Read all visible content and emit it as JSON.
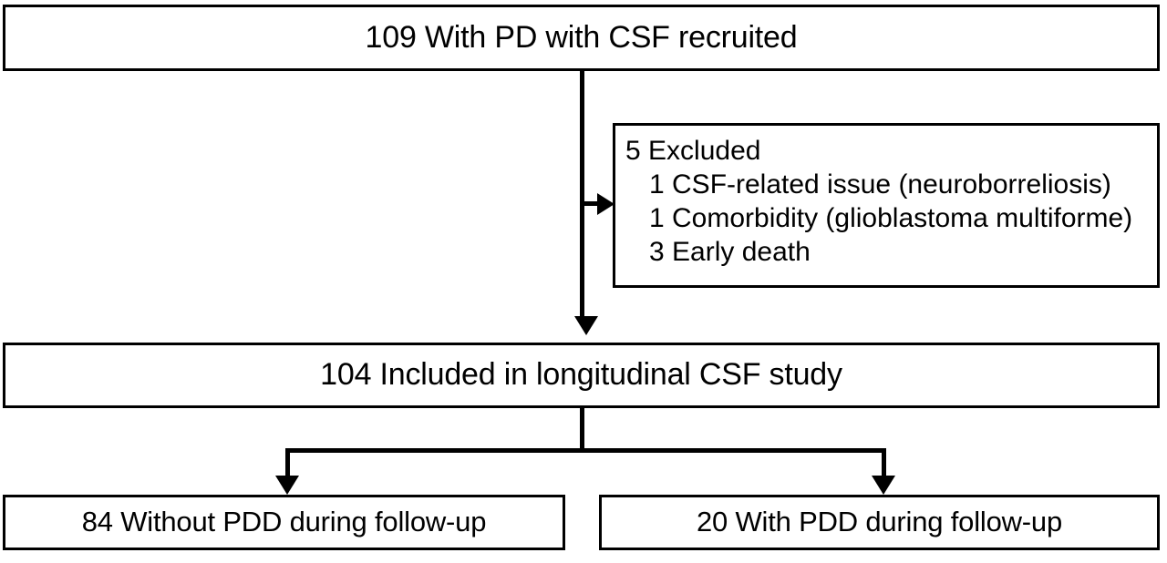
{
  "diagram": {
    "type": "participant-flow-chart",
    "nodes": {
      "recruited": {
        "label": "109 With PD with CSF recruited",
        "count": 109
      },
      "excluded": {
        "header": "5 Excluded",
        "count": 5,
        "reasons": [
          "1 CSF-related issue (neuroborreliosis)",
          "1 Comorbidity (glioblastoma multiforme)",
          "3 Early death"
        ]
      },
      "included": {
        "label": "104 Included in longitudinal CSF study",
        "count": 104
      },
      "without_pdd": {
        "label": "84 Without PDD during follow-up",
        "count": 84
      },
      "with_pdd": {
        "label": "20 With PDD during follow-up",
        "count": 20
      }
    },
    "colors": {
      "stroke": "#000000",
      "fill": "#ffffff",
      "text": "#000000"
    }
  }
}
